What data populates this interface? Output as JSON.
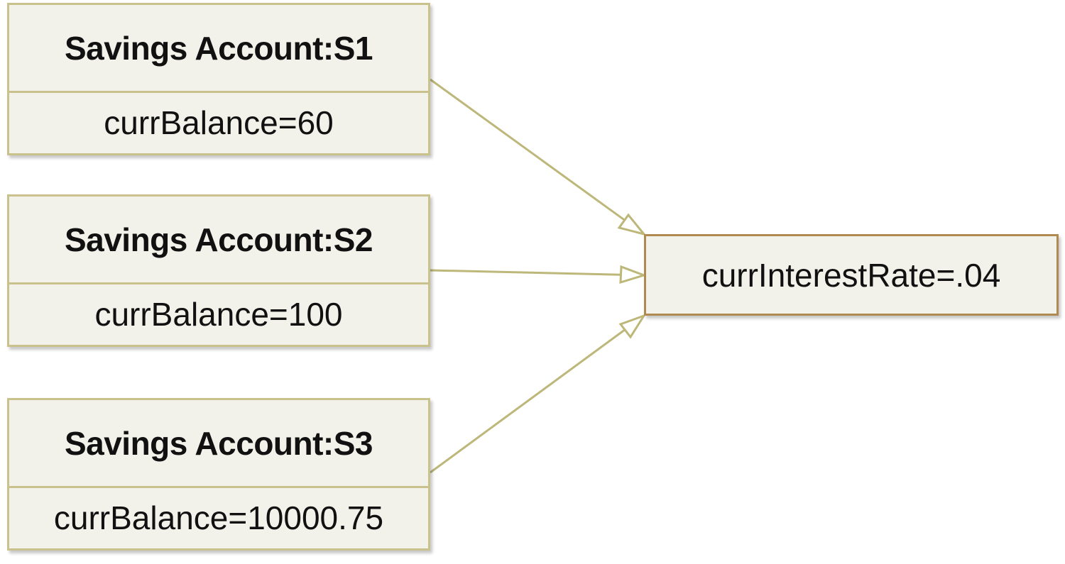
{
  "accounts": [
    {
      "title": "Savings Account:S1",
      "attribute": "currBalance=60"
    },
    {
      "title": "Savings Account:S2",
      "attribute": "currBalance=100"
    },
    {
      "title": "Savings Account:S3",
      "attribute": "currBalance=10000.75"
    }
  ],
  "shared": {
    "attribute": "currInterestRate=.04"
  },
  "colors": {
    "box_fill": "#f3f2ea",
    "box_border": "#c9c28c",
    "shared_border": "#b08a50",
    "connector": "#bdb77a"
  }
}
